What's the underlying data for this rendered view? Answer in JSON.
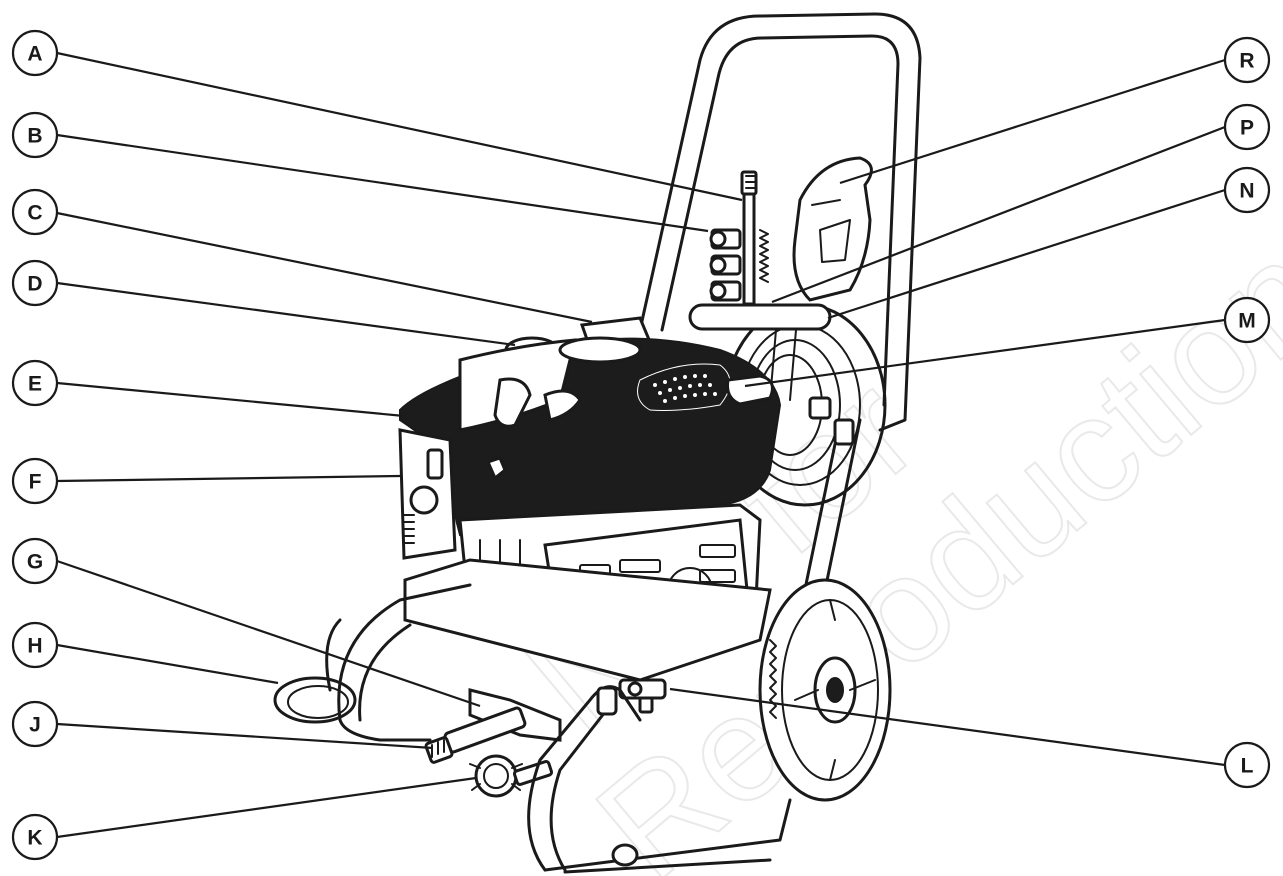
{
  "watermark": {
    "line1": "Not for",
    "line2": "Reproduction"
  },
  "callouts": [
    {
      "id": "A",
      "label": "A"
    },
    {
      "id": "B",
      "label": "B"
    },
    {
      "id": "C",
      "label": "C"
    },
    {
      "id": "D",
      "label": "D"
    },
    {
      "id": "E",
      "label": "E"
    },
    {
      "id": "F",
      "label": "F"
    },
    {
      "id": "G",
      "label": "G"
    },
    {
      "id": "H",
      "label": "H"
    },
    {
      "id": "J",
      "label": "J"
    },
    {
      "id": "K",
      "label": "K"
    },
    {
      "id": "L",
      "label": "L"
    },
    {
      "id": "M",
      "label": "M"
    },
    {
      "id": "N",
      "label": "N"
    },
    {
      "id": "P",
      "label": "P"
    },
    {
      "id": "R",
      "label": "R"
    }
  ]
}
